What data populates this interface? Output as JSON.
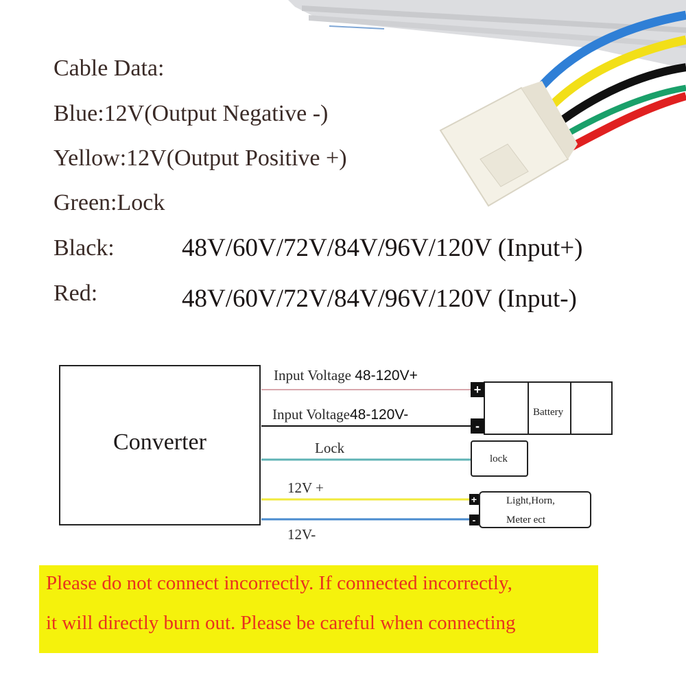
{
  "cable_data": {
    "title": "Cable Data:",
    "blue": "Blue:12V(Output Negative -)",
    "yellow": "Yellow:12V(Output Positive +)",
    "green": "Green:Lock",
    "black_label": "Black:",
    "black_value": "48V/60V/72V/84V/96V/120V (Input+)",
    "red_label": "Red:",
    "red_value": "48V/60V/72V/84V/96V/120V (Input-)"
  },
  "diagram": {
    "converter_label": "Converter",
    "wire_input_pos_text": "Input Voltage",
    "wire_input_pos_value": "48-120V+",
    "wire_input_neg_text": "Input Voltage",
    "wire_input_neg_value": "48-120V-",
    "wire_lock": "Lock",
    "wire_12v_pos": "12V +",
    "wire_12v_neg": "12V-",
    "battery_label": "Battery",
    "lock_box_label": "lock",
    "load_label_line1": "Light,Horn,",
    "load_label_line2": "Meter ect",
    "term_plus": "+",
    "term_minus": "-"
  },
  "wire_colors": {
    "input_pos": "#d9a7ad",
    "input_neg": "#111111",
    "lock": "#5fb3b5",
    "v12_pos": "#f0ea3c",
    "v12_neg": "#4a8ccf"
  },
  "cable_colors": {
    "blue": "#2f7fd6",
    "yellow": "#f2df18",
    "black": "#111111",
    "green": "#1aa06a",
    "red": "#e02020"
  },
  "warning": {
    "line1": "Please do not connect incorrectly. If connected incorrectly,",
    "line2": "it will directly burn out. Please be careful when connecting",
    "background": "#f5f20c",
    "text_color": "#e8321e"
  }
}
